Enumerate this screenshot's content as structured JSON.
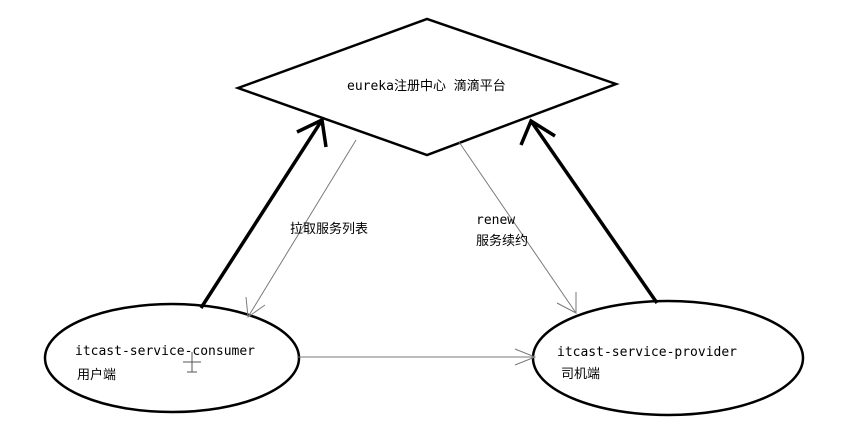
{
  "nodes": {
    "registry": {
      "line1": "eureka注册中心 滴滴平台"
    },
    "consumer": {
      "line1": "itcast-service-consumer",
      "line2": "用户端"
    },
    "provider": {
      "line1": "itcast-service-provider",
      "line2": "司机端"
    }
  },
  "edges": {
    "pull_list": {
      "label": "拉取服务列表"
    },
    "renew": {
      "label_line1": "renew",
      "label_line2": "服务续约"
    }
  },
  "colors": {
    "stroke": "#000000",
    "thin_stroke": "#7a7a7a",
    "background": "#ffffff"
  }
}
